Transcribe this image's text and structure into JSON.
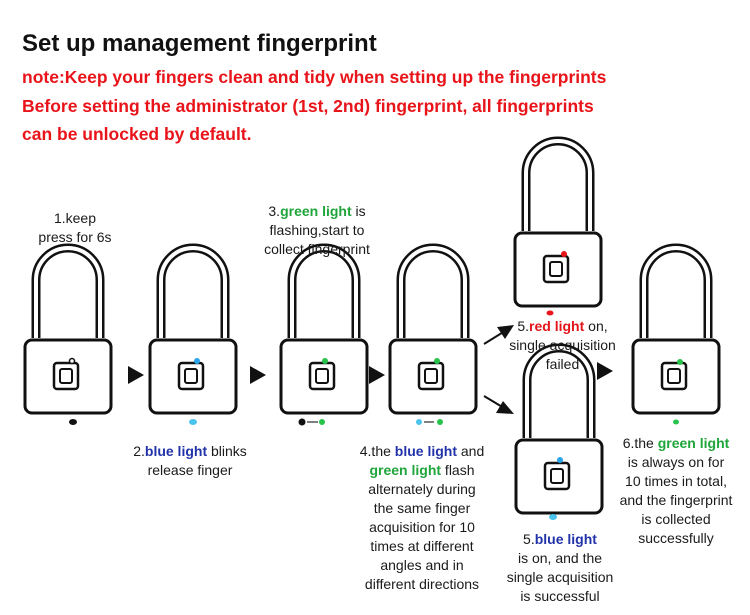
{
  "title": "Set up management fingerprint",
  "notes": [
    "note:Keep your fingers clean and tidy when setting up the fingerprints",
    "Before setting the administrator (1st, 2nd) fingerprint, all fingerprints",
    "can be unlocked by default."
  ],
  "steps": {
    "s1": {
      "line1": "1.keep",
      "line2": "press for 6s"
    },
    "s2": {
      "prefix": "2.",
      "highlight": "blue light",
      "suffix": " blinks",
      "line2": "release finger"
    },
    "s3": {
      "prefix": "3.",
      "highlight": "green light",
      "suffix": " is",
      "line2": "flashing,start to",
      "line3": "collect fingerprint"
    },
    "s4": {
      "prefix": "4.the ",
      "highlight1": "blue light",
      "mid": " and",
      "highlight2": "green light",
      "suffix": " flash",
      "line3": "alternately during",
      "line4": "the same finger",
      "line5": "acquisition for 10",
      "line6": "times at different",
      "line7": "angles and in",
      "line8": "different directions"
    },
    "s5a": {
      "prefix": "5.",
      "highlight": "red light",
      "suffix": " on,",
      "line2": "single acquisition",
      "line3": "failed"
    },
    "s5b": {
      "prefix": "5.",
      "highlight": "blue light",
      "line2": "is on, and the",
      "line3": "single acquisition",
      "line4": "is successful"
    },
    "s6": {
      "prefix": "6.the ",
      "highlight": "green light",
      "line2": "is always on for",
      "line3": "10 times in total,",
      "line4": "and the fingerprint",
      "line5": "is collected",
      "line6": "successfully"
    }
  },
  "colors": {
    "blue": "#2233aa",
    "green": "#1fa53a",
    "red": "#e3151a",
    "lock_outline": "#111111"
  }
}
